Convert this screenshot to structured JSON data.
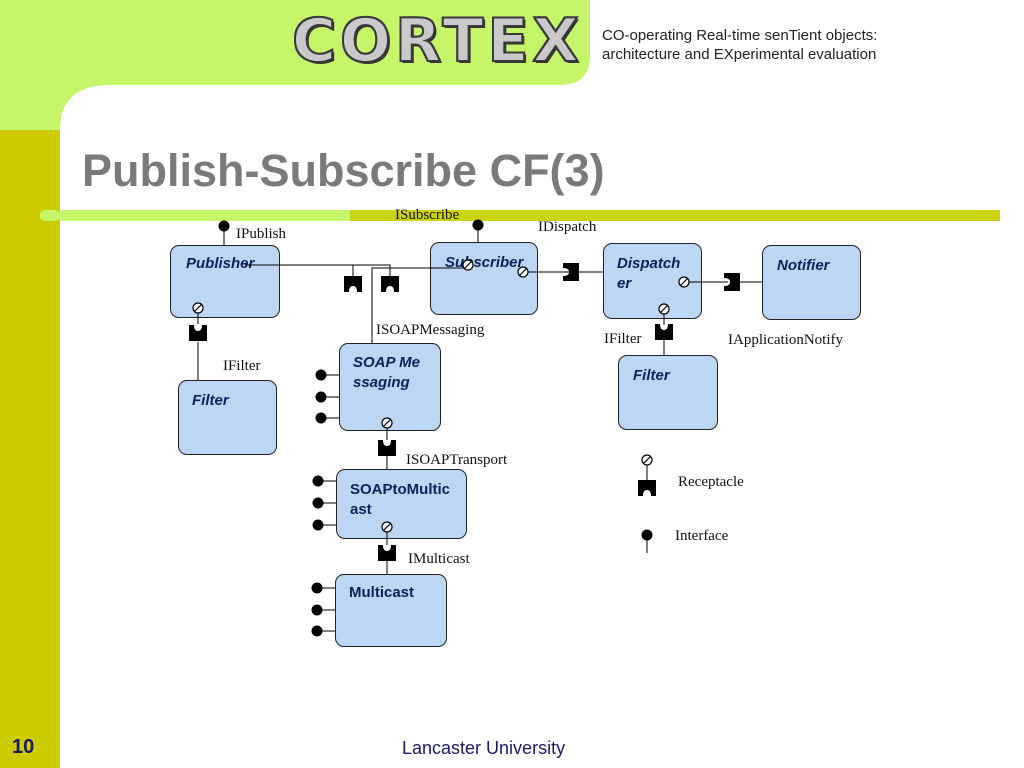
{
  "header": {
    "logo_text": "CORTEX",
    "subtitle_line1": "CO-operating Real-time senTient objects:",
    "subtitle_line2": "architecture and EXperimental evaluation"
  },
  "slide": {
    "title": "Publish-Subscribe CF(3)",
    "page_number": "10",
    "footer": "Lancaster University"
  },
  "components": {
    "publisher": "Publisher",
    "subscriber": "Subscriber",
    "dispatcher": "Dispatcher",
    "notifier": "Notifier",
    "filter_left": "Filter",
    "filter_right": "Filter",
    "soap_messaging": "SOAP Messaging",
    "soap_to_multicast": "SOAPtoMulticast",
    "multicast": "Multicast"
  },
  "interfaces": {
    "ipublish": "IPublish",
    "isubscribe": "ISubscribe",
    "idispatch": "IDispatch",
    "isoapmessaging": "ISOAPMessaging",
    "ifilter_left": "IFilter",
    "ifilter_right": "IFilter",
    "iapplicationnotify": "IApplicationNotify",
    "isoaptransport": "ISOAPTransport",
    "imulticast": "IMulticast"
  },
  "legend": {
    "receptacle": "Receptacle",
    "interface": "Interface"
  },
  "colors": {
    "lime": "#c6f56a",
    "olive": "#cccc00",
    "box_fill": "#bcd6f4",
    "title_gray": "#7a7a7a",
    "footer_navy": "#1a1a66"
  }
}
